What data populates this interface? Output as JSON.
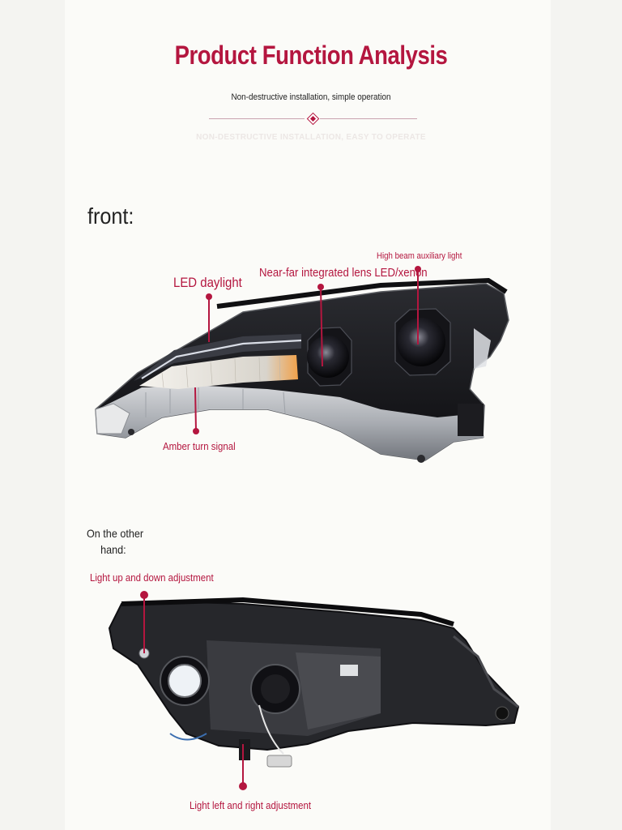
{
  "header": {
    "title": "Product Function Analysis",
    "subtitle": "Non-destructive installation, simple operation",
    "ghost_subtitle": "NON-DESTRUCTIVE INSTALLATION, EASY TO OPERATE"
  },
  "front": {
    "heading": "front:",
    "labels": {
      "led_daylight": "LED daylight",
      "lens": "Near-far integrated lens LED/xenon",
      "high_beam": "High beam auxiliary light",
      "turn_signal": "Amber turn signal"
    }
  },
  "back": {
    "heading_line1": "On the other",
    "heading_line2": "hand:",
    "labels": {
      "up_down": "Light up and down adjustment",
      "left_right": "Light left and right adjustment"
    }
  },
  "colors": {
    "accent": "#b4163f",
    "housing": "#1a1a1d",
    "chrome": "#cfd2d6"
  }
}
